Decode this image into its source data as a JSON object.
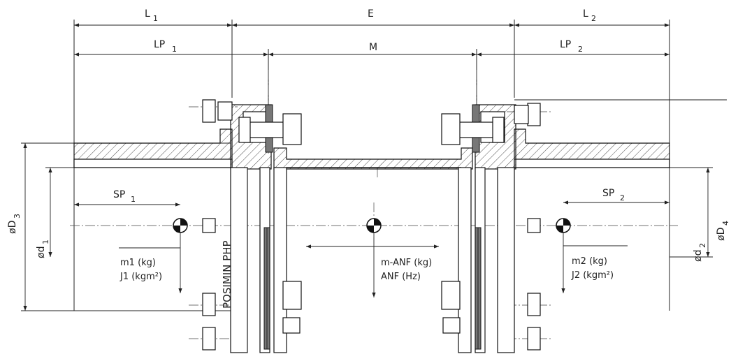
{
  "labels": {
    "L1": "L",
    "L1_sub": "1",
    "E": "E",
    "L2": "L",
    "L2_sub": "2",
    "LP1": "LP",
    "LP1_sub": "1",
    "M": "M",
    "LP2": "LP",
    "LP2_sub": "2",
    "SP1": "SP",
    "SP1_sub": "1",
    "SP2": "SP",
    "SP2_sub": "2",
    "D3": "øD",
    "D3_sub": "3",
    "d1": "ød",
    "d1_sub": "1",
    "d2": "ød",
    "d2_sub": "2",
    "D4": "øD",
    "D4_sub": "4",
    "brand": "POSIMIN PHP",
    "m1": "m1 (kg)",
    "J1": "J1 (kgm²)",
    "mANF": "m-ANF (kg)",
    "ANF": "ANF (Hz)",
    "m2": "m2 (kg)",
    "J2": "J2 (kgm²)"
  }
}
